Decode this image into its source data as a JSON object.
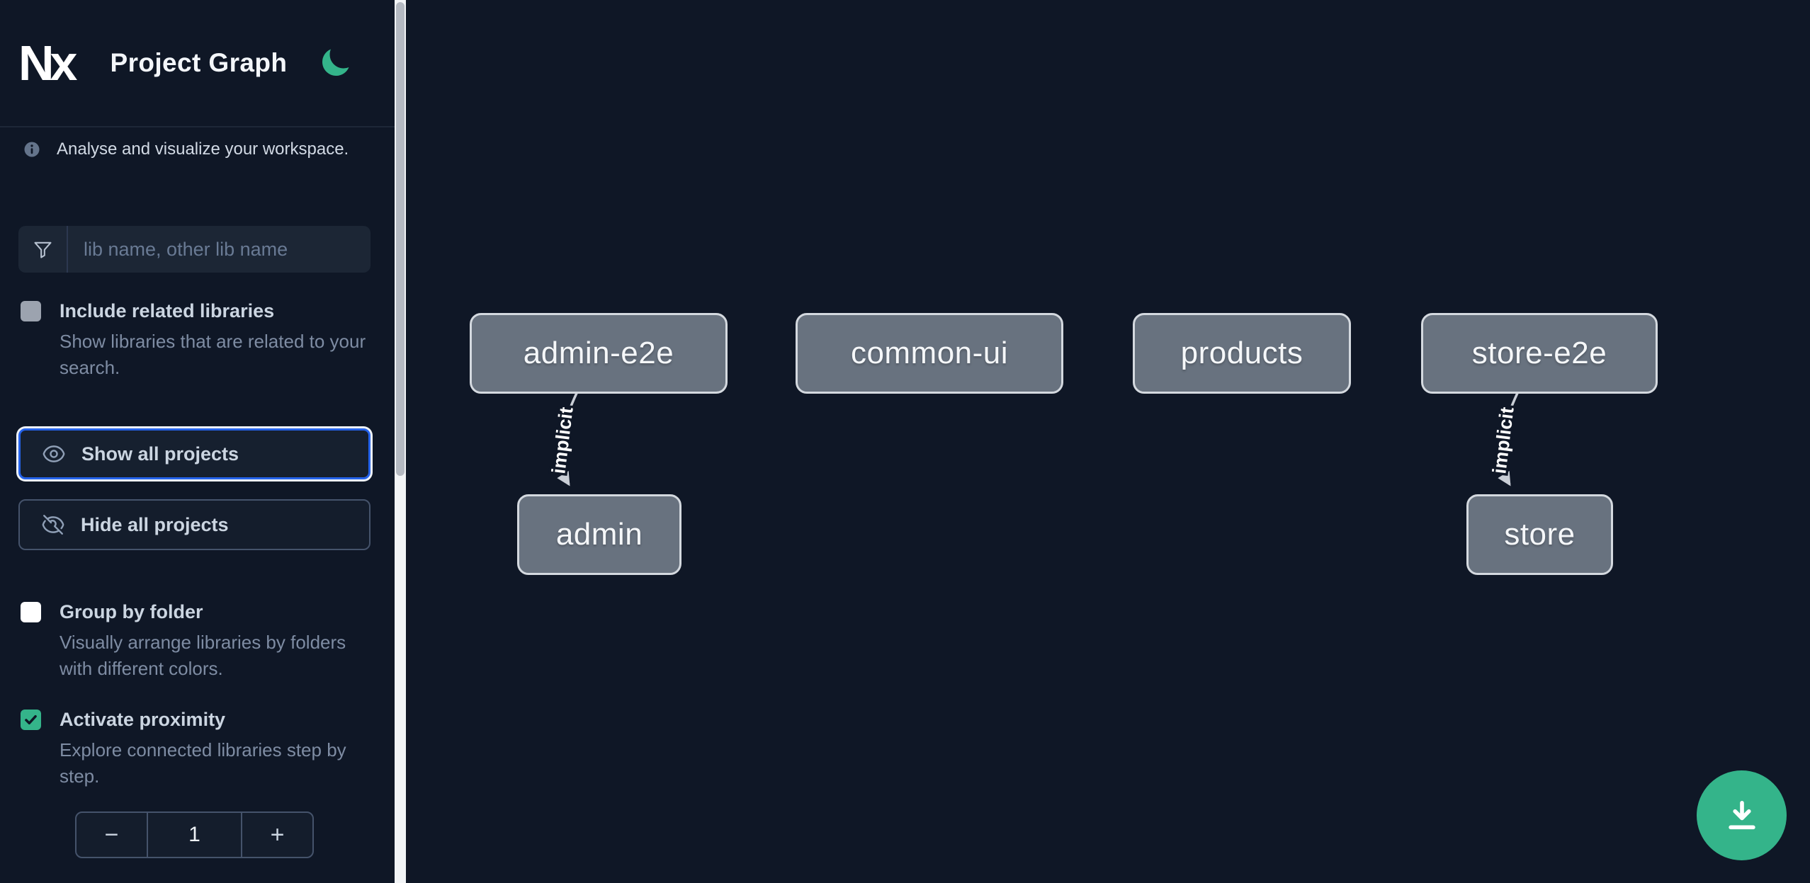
{
  "app": {
    "logo_text": "Nx",
    "title": "Project Graph"
  },
  "sidebar": {
    "tagline": "Analyse and visualize your workspace.",
    "filter_placeholder": "lib name, other lib name",
    "options": [
      {
        "label": "Include related libraries",
        "description": "Show libraries that are related to your search.",
        "checked": false
      },
      {
        "label": "Group by folder",
        "description": "Visually arrange libraries by folders with different colors.",
        "checked": false
      },
      {
        "label": "Activate proximity",
        "description": "Explore connected libraries step by step.",
        "checked": true
      }
    ],
    "buttons": [
      {
        "label": "Show all projects",
        "icon": "eye-icon",
        "focused": true
      },
      {
        "label": "Hide all projects",
        "icon": "eye-slash-icon",
        "focused": false
      }
    ],
    "proximity_depth": {
      "decrement": "−",
      "value": "1",
      "increment": "+"
    }
  },
  "graph": {
    "nodes": [
      {
        "id": "admin-e2e",
        "label": "admin-e2e"
      },
      {
        "id": "common-ui",
        "label": "common-ui"
      },
      {
        "id": "products",
        "label": "products"
      },
      {
        "id": "store-e2e",
        "label": "store-e2e"
      },
      {
        "id": "admin",
        "label": "admin"
      },
      {
        "id": "store",
        "label": "store"
      }
    ],
    "edges": [
      {
        "source": "admin-e2e",
        "target": "admin",
        "label": "implicit"
      },
      {
        "source": "store-e2e",
        "target": "store",
        "label": "implicit"
      }
    ]
  },
  "fab": {
    "icon": "download-icon"
  },
  "colors": {
    "background": "#0f1726",
    "accent_blue": "#2563eb",
    "green": "#34b48a",
    "node_fill": "#68727f",
    "node_border": "#d4d9df",
    "edge": "#c9ced6",
    "panel_border": "#45536b",
    "text_primary": "#f3f6fa",
    "text_secondary": "#cbd5e1",
    "text_muted": "#7e8ca3"
  }
}
